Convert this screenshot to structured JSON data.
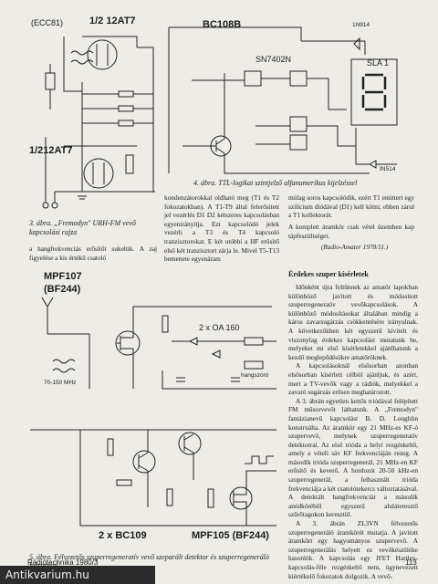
{
  "fig1": {
    "labels": {
      "tube1": "(ECC81)",
      "tube1b": "1/2 12AT7",
      "tube2": "1/212AT7",
      "caption": "3. ábra. „Fremodyn\" URH-FM vevő kapcsolási rajza"
    }
  },
  "fig4": {
    "labels": {
      "transistor": "BC108B",
      "gate": "SN7402N",
      "led": "SLA 1",
      "diode": "1N914",
      "display": "IN514",
      "caption": "4. ábra. TTL-logikai szintjelző alfanumerikus kijelzéssel"
    }
  },
  "fig3": {
    "labels": {
      "fet1": "MPF107",
      "fet1b": "(BF244)",
      "diode": "2 x OA 160",
      "trans": "2 x BC109",
      "fet2": "MPF105 (BF244)",
      "input": "70-150 MHz",
      "speaker": "hangszóró",
      "caption": "5. ábra. Félvezetős szuperregeneratív vevő szeparált detektor és szuperregeneráló fokozattal"
    }
  },
  "text": {
    "left1": "a hangfrekvenciás erősítőt sukeltik. A zaj figyelése a kis értékű csatoló",
    "mid1": "kondenzátorokkal oldható meg (T1 és T2 fokozatokban). A T1-T9 által felerősített jel vezérlés D1 D2 kétszeres kapcsolásban egyenirányítja. Ezt kapcsolódó jelek vezérli a T3 és T4 kapcsoló tranzisztorokat. E két utóbbi a HF erősítő első két tranzisztort zárja le. Mivel T5-T13 bemenete egyenáram",
    "right1": "múlag soros kapcsolódik, ezért T1 emittert egy szilícium diódával (D1) kell kötni, ebben zárul a T1 kollektorát.",
    "right1b": "A komplett áramkör csak vétel üzemben kap tápfeszültséget.",
    "source": "(Radio-Amater 1978/11.)",
    "heading": "Érdekes szuper kísérletek",
    "body": [
      "Időnként újra feltűnnek az amatőr lapokban különböző javított és módosított szuperregeneratív vevőkapcsolások. A különböző módosításokat általában mindig a káros zavarsugárzás csökkentésére irányulnak. A következőkben két egyszerű kivitelt és viszonylag érdekes kapcsolást mutatunk be, melyeket mi első kísérletekkel ajánlhatunk a kezdő meglepődésükre amatőröknek.",
      "A kapcsolásoknál elsősorban azonban elsősorban kísérleti célból ajánljuk, és azért, mert a TV-vevők vagy a rádiók, melyekkel a zavaró sugárzás erősen meghatározott.",
      "A 3. ábrán egyetlen kettős triódával felépített FM műsorvevőt láthatunk. A „Fremodyn\" fantázianevű kapcsolást B. D. Loughlin konstruálta. Az áramkör egy 21 MHz-es KF-ó szupervevő, melynek szuperregeneratív detektorral. Az első trióda a helyi rezgéskeltő, amely a vételi sáv KF frekvenciáján rezeg. A második trióda szuperregenerál, 21 MHz-en KF erősítő és keverő. A hordozót 20-50 kHz-en szuperregenerál, a felhasznált trióda frekvenciája a két csatolótekercs változtatásával. A detektált hangfrekvenciát a második anódköréből egyszerű aluláteresztő szűrőtagokon keresztül.",
      "A 3. ábrán ZL3VN félvezetős szuperregeneráló áramkörét mutatja. A javított áramkört egy hagyományos szupervevő. A szuperregenerálás helyett ez vevőkészüléke hasonlók. A kapcsolás egy JFET Hartley-kapcsolás-féle rezgéskeltő nem, úgynevezett kiértékelő fokozatok dolgozik. A vevő-"
    ],
    "footer_left": "Rádiótechnika 1980/3",
    "footer_right": "113",
    "watermark": "Antikvarium.hu"
  },
  "colors": {
    "ink": "#1c1c1c",
    "paper": "#edece7"
  }
}
